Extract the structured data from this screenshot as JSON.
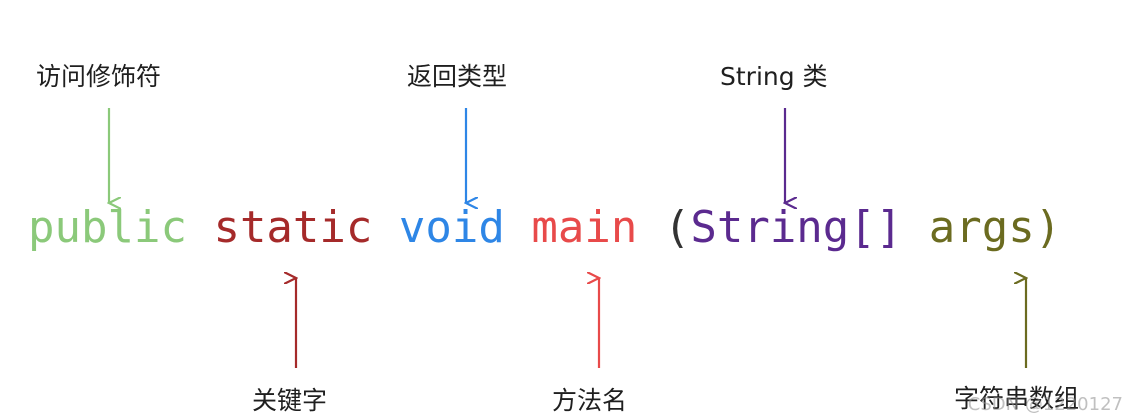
{
  "labels": {
    "access_modifier": "访问修饰符",
    "return_type": "返回类型",
    "string_class": "String 类",
    "keyword": "关键字",
    "method_name": "方法名",
    "string_array": "字符串数组"
  },
  "code": {
    "public": "public",
    "static": "static",
    "void": "void",
    "main": "main",
    "open_paren": "(",
    "string_array_type": "String[]",
    "args_close": "args)"
  },
  "colors": {
    "public": "#8bc97a",
    "static": "#a52a2a",
    "void": "#2e86e6",
    "main": "#e84a4a",
    "string": "#5b2a8f",
    "args": "#6b6b20",
    "paren": "#333333",
    "label": "#1f1f1f"
  },
  "watermark": "CSDN @1220127"
}
